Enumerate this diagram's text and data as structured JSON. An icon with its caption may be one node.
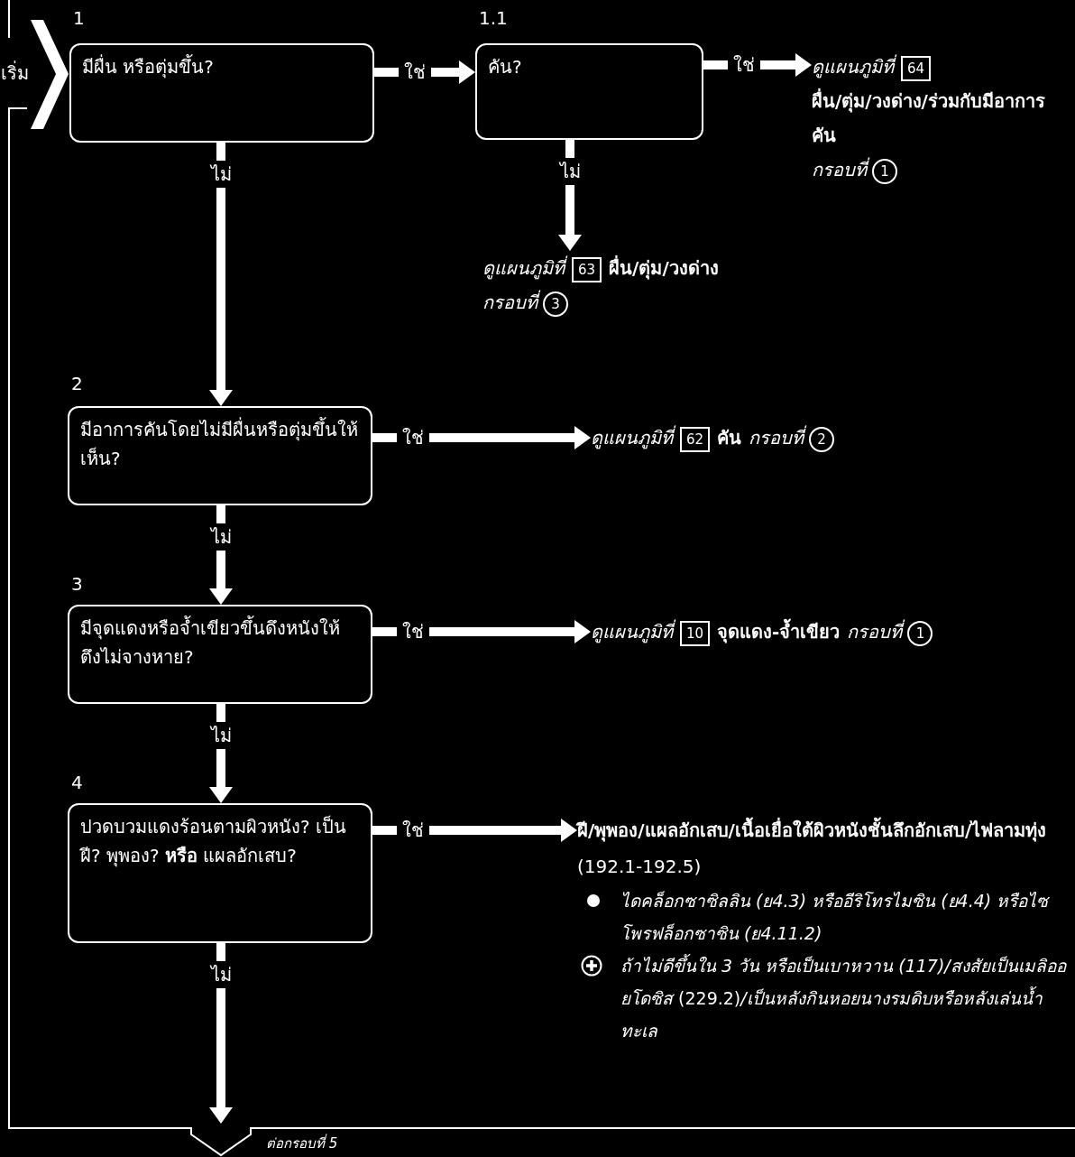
{
  "diagram": {
    "nodes": [
      {
        "text": [
          "เริ่ม"
        ]
      },
      {
        "text": [
          "1",
          "มีผื่น หรือตุ่มขึ้น?"
        ]
      },
      {
        "text": [
          "1.1",
          "คัน?"
        ]
      },
      {
        "text": [
          "ดูแผนภูมิที่",
          "64",
          "ผื่น/ตุ่ม/วงด่าง/ร่วมกับมีอาการคัน",
          "กรอบที่",
          "1"
        ]
      },
      {
        "text": [
          "ดูแผนภูมิที่",
          "63",
          "ผื่น/ตุ่ม/วงด่าง",
          "กรอบที่",
          "3"
        ]
      },
      {
        "text": [
          "2",
          "มีอาการคันโดยไม่มีผื่นหรือตุ่มขึ้นให้เห็น?"
        ]
      },
      {
        "text": [
          "ดูแผนภูมิที่",
          "62",
          "คัน",
          "กรอบที่",
          "2"
        ]
      },
      {
        "text": [
          "3",
          "มีจุดแดงหรือจ้ำเขียวขึ้นดึงหนังให้ตึงไม่จางหาย?"
        ]
      },
      {
        "text": [
          "ดูแผนภูมิที่",
          "10",
          "จุดแดง-จ้ำเขียว",
          "กรอบที่",
          "1"
        ]
      },
      {
        "text": [
          "4",
          "ปวดบวมแดงร้อนตามผิวหนัง? เป็นฝี? พุพอง? **หรือ** แผลอักเสบ?"
        ]
      },
      {
        "text": [
          "**ฝี/พุพอง/แผลอักเสบ/เนื้อเยื่อใต้ผิวหนังชั้นลึกอักเสบ/ไฟลามทุ่ง** (192.1-192.5)",
          "ไดคล็อกซาซิลลิน (ย4.3) หรืออีริโทรไมซิน (ย4.4) หรือไซโพรฟล็อกซาซิน (ย4.11.2)",
          "*ถ้าไม่ดีขึ้นใน 3 วัน หรือเป็นเบาหวาน (117)/สงสัยเป็นเมลิออยโดซิส* (229.2)*/เป็นหลังกินหอยนางรมดิบหรือหลังเล่นน้ำทะเล*"
        ]
      },
      {
        "text": [],
        "shape": "chevron",
        "beside": [
          "ต่อกรอบที่ 5"
        ]
      }
    ],
    "edges": [
      {
        "from": 1,
        "to": 2,
        "arrow": "to",
        "label": "ใช่"
      },
      {
        "from": 1,
        "to": 5,
        "arrow": "to",
        "label": "ไม่"
      },
      {
        "from": 2,
        "to": 3,
        "arrow": "to",
        "label": "ใช่"
      },
      {
        "from": 2,
        "to": 4,
        "arrow": "to",
        "label": "ไม่"
      },
      {
        "from": 5,
        "to": 6,
        "arrow": "to",
        "label": "ใช่"
      },
      {
        "from": 5,
        "to": 7,
        "arrow": "to",
        "label": "ไม่"
      },
      {
        "from": 7,
        "to": 8,
        "arrow": "to",
        "label": "ใช่"
      },
      {
        "from": 7,
        "to": 9,
        "arrow": "to",
        "label": "ไม่"
      },
      {
        "from": 9,
        "to": 10,
        "arrow": "to",
        "label": "ใช่"
      },
      {
        "from": 9,
        "to": 11,
        "arrow": "to",
        "label": "ไม่"
      }
    ]
  }
}
